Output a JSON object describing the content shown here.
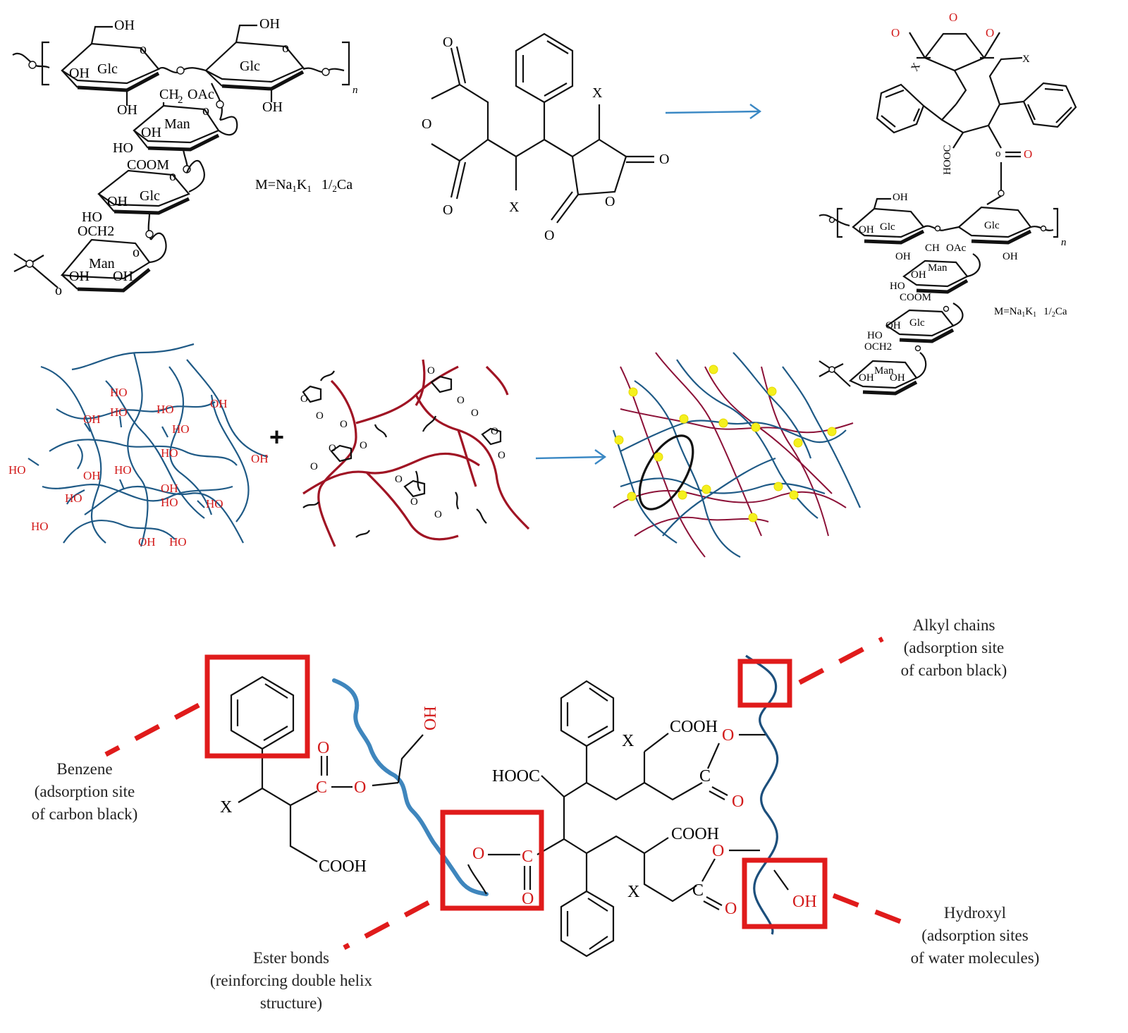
{
  "colors": {
    "ink": "#111111",
    "hydroxyl_red": "#d21a1a",
    "box_red": "#e01b1b",
    "glucomannan_blue": "#1f5a86",
    "polymer_red": "#a01424",
    "arrow_blue": "#3a88c4",
    "crosslink_yellow": "#f4f01e"
  },
  "glucomannan_left": {
    "oh": "OH",
    "glc": "Glc",
    "man": "Man",
    "ch2": "CH",
    "sub2": "2",
    "oac": "OAc",
    "ho": "HO",
    "coom": "COOM",
    "och2": "OCH2",
    "n": "n",
    "cation_prefix": "M=Na",
    "cation_mid": "K",
    "cation_sub": "1",
    "cation_half": "1/",
    "cation_ca": "Ca"
  },
  "anhydride_monomer": {
    "o": "O",
    "x": "X"
  },
  "grafted_product": {
    "o": "O",
    "x": "X",
    "hooc": "HOOC",
    "o_red": "O"
  },
  "network": {
    "ho": "HO",
    "oh": "OH",
    "plus": "+"
  },
  "structure_bottom": {
    "o": "O",
    "c": "C",
    "x": "X",
    "oh": "OH",
    "cooh": "COOH",
    "hooc": "HOOC"
  },
  "annotations": {
    "benzene": [
      "Benzene",
      "(adsorption site",
      "of carbon black)"
    ],
    "alkyl": [
      "Alkyl chains",
      "(adsorption site",
      "of carbon black)"
    ],
    "ester": [
      "Ester bonds",
      "(reinforcing double helix",
      "structure)"
    ],
    "hydroxyl": [
      "Hydroxyl",
      "(adsorption sites",
      "of water molecules)"
    ]
  }
}
